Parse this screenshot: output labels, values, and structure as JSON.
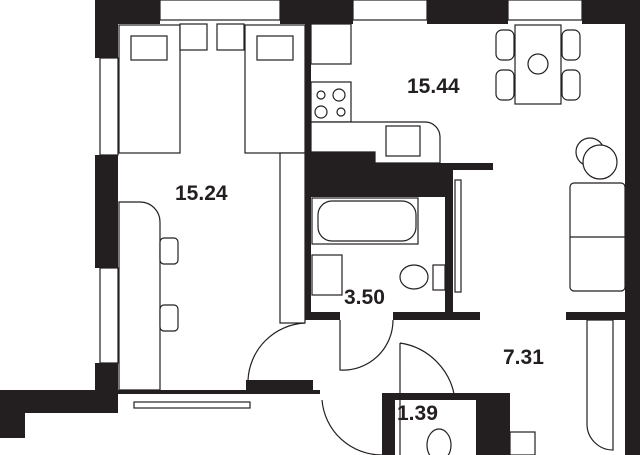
{
  "rooms": [
    {
      "id": "bedroom",
      "area": "15.24"
    },
    {
      "id": "kitchen-living",
      "area": "15.44"
    },
    {
      "id": "bathroom",
      "area": "3.50"
    },
    {
      "id": "hallway",
      "area": "7.31"
    },
    {
      "id": "wc",
      "area": "1.39"
    }
  ],
  "colors": {
    "wall": "#231f20",
    "background": "#ffffff"
  }
}
